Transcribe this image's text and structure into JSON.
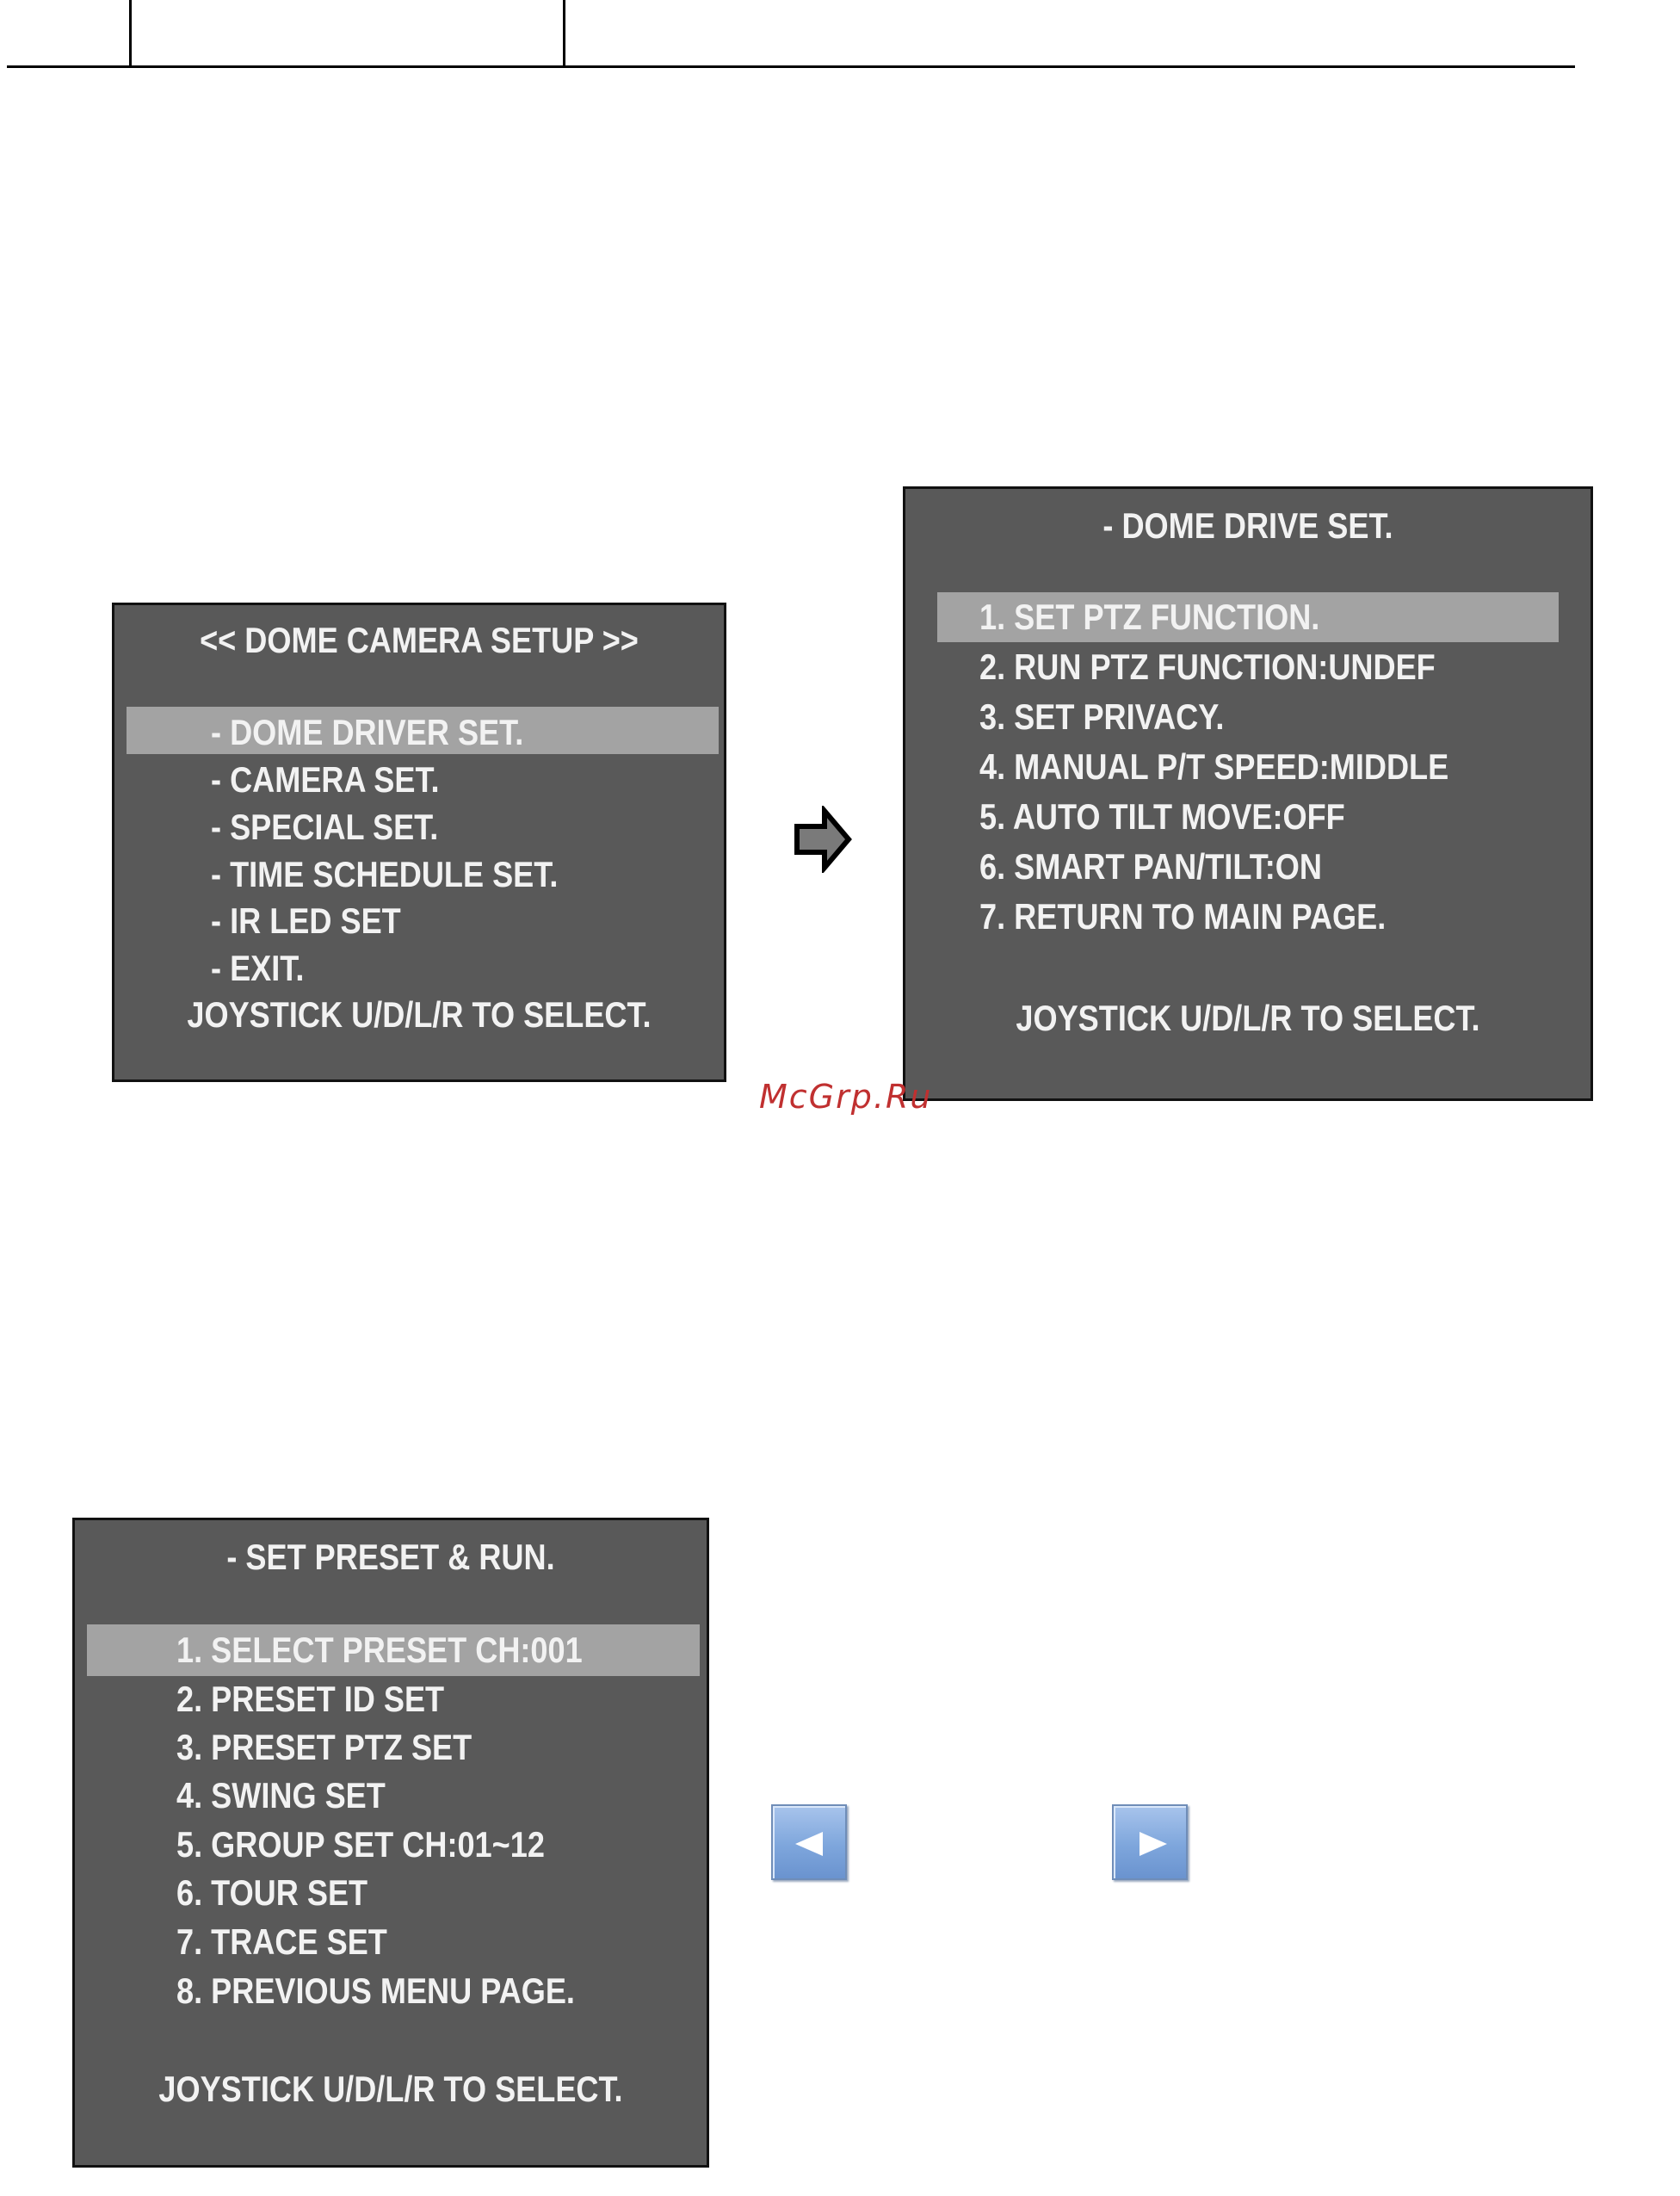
{
  "menu_camera_setup": {
    "title": "<< DOME CAMERA SETUP >>",
    "items": [
      {
        "label": "- DOME DRIVER SET."
      },
      {
        "label": "- CAMERA SET."
      },
      {
        "label": "- SPECIAL SET."
      },
      {
        "label": "- TIME SCHEDULE SET."
      },
      {
        "label": "- IR LED SET"
      },
      {
        "label": "- EXIT."
      }
    ],
    "footer": "JOYSTICK U/D/L/R TO SELECT."
  },
  "menu_dome_drive": {
    "title": "- DOME DRIVE SET.",
    "items": [
      {
        "label": "1. SET PTZ FUNCTION."
      },
      {
        "label": "2. RUN PTZ FUNCTION:UNDEF"
      },
      {
        "label": "3. SET PRIVACY."
      },
      {
        "label": "4. MANUAL P/T SPEED:MIDDLE"
      },
      {
        "label": "5. AUTO TILT MOVE:OFF"
      },
      {
        "label": "6. SMART PAN/TILT:ON"
      },
      {
        "label": "7. RETURN TO MAIN PAGE."
      }
    ],
    "footer": "JOYSTICK U/D/L/R TO SELECT."
  },
  "menu_preset": {
    "title": "- SET PRESET & RUN.",
    "items": [
      {
        "label": "1. SELECT PRESET CH:001"
      },
      {
        "label": "2. PRESET ID SET"
      },
      {
        "label": "3. PRESET PTZ SET"
      },
      {
        "label": "4. SWING SET"
      },
      {
        "label": "5. GROUP SET CH:01~12"
      },
      {
        "label": "6. TOUR SET"
      },
      {
        "label": "7. TRACE SET"
      },
      {
        "label": "8. PREVIOUS MENU PAGE."
      }
    ],
    "footer": "JOYSTICK U/D/L/R TO SELECT."
  },
  "icons": {
    "next_arrow": "arrow-right-icon",
    "left_button": "triangle-left-icon",
    "right_button": "triangle-right-icon"
  },
  "watermark": "McGrp.Ru",
  "colors": {
    "osd_background": "#595959",
    "osd_highlight": "#a3a3a3",
    "osd_text": "#f2f2f2",
    "button_blue": "#7ea6dc"
  }
}
